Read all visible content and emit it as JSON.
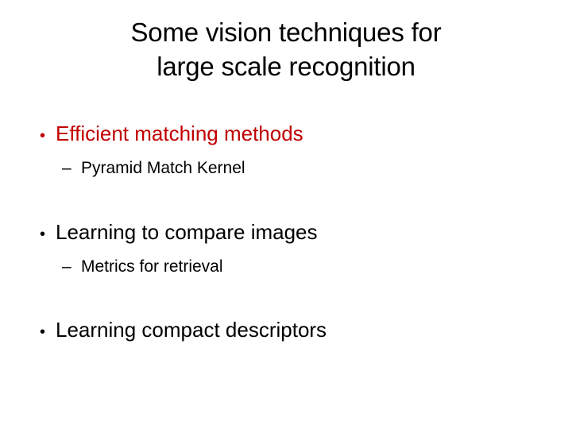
{
  "slide": {
    "background_color": "#FFFFFF",
    "title": {
      "line1": "Some vision techniques for",
      "line2": "large scale recognition",
      "color": "#000000"
    },
    "accent_color": "#C00000",
    "body_color": "#000000",
    "bullet_glyph": "•",
    "subbullet_glyph": "–",
    "groups": [
      {
        "bullet": {
          "text": "Efficient matching methods",
          "color": "#C00000",
          "marker": "•"
        },
        "sub": [
          {
            "text": "Pyramid Match Kernel",
            "color": "#000000",
            "marker": "–"
          }
        ]
      },
      {
        "bullet": {
          "text": "Learning to compare images",
          "color": "#000000",
          "marker": "•"
        },
        "sub": [
          {
            "text": "Metrics for retrieval",
            "color": "#000000",
            "marker": "–"
          }
        ]
      },
      {
        "bullet": {
          "text": "Learning compact descriptors",
          "color": "#000000",
          "marker": "•"
        },
        "sub": []
      }
    ]
  }
}
